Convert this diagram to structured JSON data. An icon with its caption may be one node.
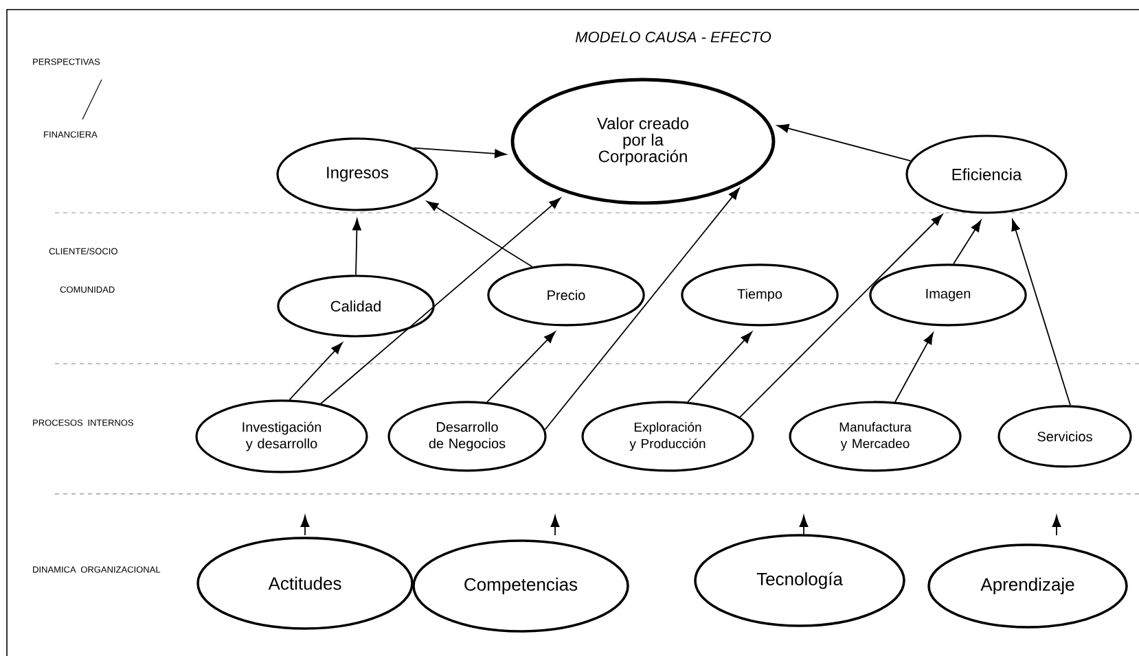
{
  "diagram": {
    "title": "MODELO CAUSA - EFECTO",
    "nodes": [
      {
        "text": [
          "Valor creado por la Corporación"
        ]
      },
      {
        "text": [
          "Ingresos"
        ]
      },
      {
        "text": [
          "Eficiencia"
        ]
      },
      {
        "text": [
          "Calidad"
        ]
      },
      {
        "text": [
          "Precio"
        ]
      },
      {
        "text": [
          "Tiempo"
        ]
      },
      {
        "text": [
          "Imagen"
        ]
      },
      {
        "text": [
          "Investigación y desarrollo"
        ]
      },
      {
        "text": [
          "Desarrollo de Negocios"
        ]
      },
      {
        "text": [
          "Exploración y Producción"
        ]
      },
      {
        "text": [
          "Manufactura y Mercadeo"
        ]
      },
      {
        "text": [
          "Servicios"
        ]
      },
      {
        "text": [
          "Actitudes"
        ]
      },
      {
        "text": [
          "Competencias"
        ]
      },
      {
        "text": [
          "Tecnología"
        ]
      },
      {
        "text": [
          "Aprendizaje"
        ]
      }
    ],
    "edges": [
      {
        "from": 1,
        "to": 0,
        "arrow": "to"
      },
      {
        "from": 4,
        "to": 1,
        "arrow": "to"
      },
      {
        "from": 3,
        "to": 1,
        "arrow": "to"
      },
      {
        "from": 7,
        "to": 3,
        "arrow": "to"
      },
      {
        "from": 7,
        "to": 0,
        "arrow": "to"
      },
      {
        "from": 8,
        "to": 4,
        "arrow": "to"
      },
      {
        "from": 8,
        "to": 0,
        "arrow": "to"
      },
      {
        "from": 9,
        "to": 5,
        "arrow": "to"
      },
      {
        "from": 9,
        "to": 2,
        "arrow": "to"
      },
      {
        "from": 10,
        "to": 6,
        "arrow": "to"
      },
      {
        "from": 6,
        "to": 2,
        "arrow": "to"
      },
      {
        "from": 11,
        "to": 2,
        "arrow": "to"
      },
      {
        "from": 2,
        "to": 0,
        "arrow": "to"
      },
      {
        "from": 12,
        "to": null,
        "arrow": "to"
      },
      {
        "from": 13,
        "to": null,
        "arrow": "to"
      },
      {
        "from": 14,
        "to": null,
        "arrow": "to"
      },
      {
        "from": 15,
        "to": null,
        "arrow": "to"
      }
    ],
    "labels": [
      "PERSPECTIVAS",
      "FINANCIERA",
      "CLIENTE/SOCIO",
      "COMUNIDAD",
      "PROCESOS INTERNOS",
      "DINAMICA ORGANIZACIONAL"
    ]
  }
}
